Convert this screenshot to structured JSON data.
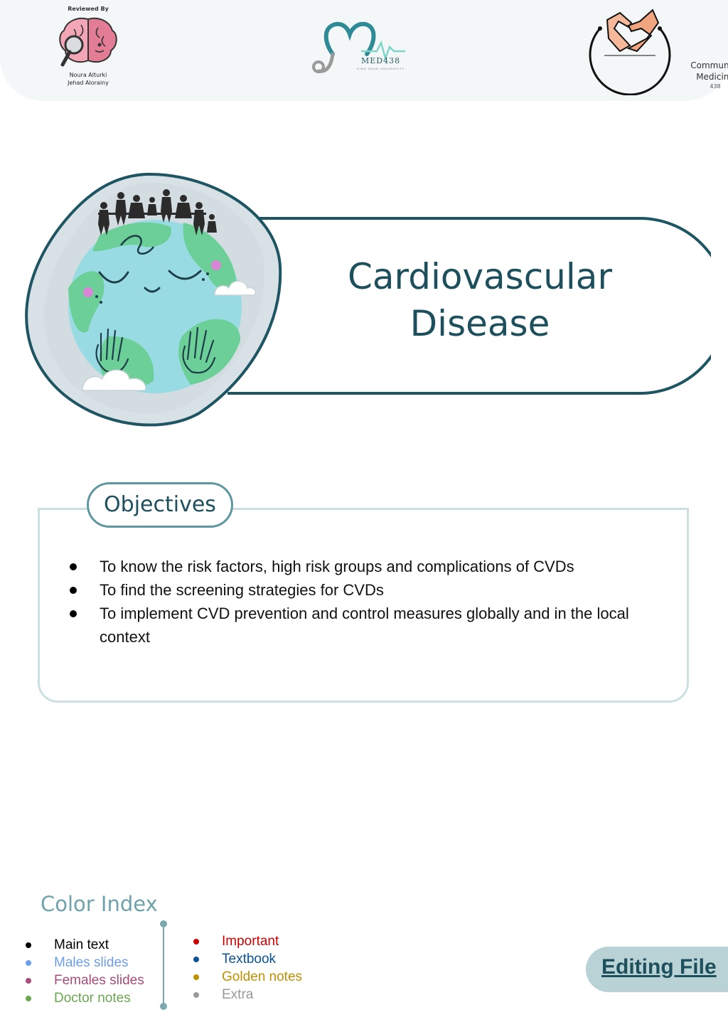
{
  "header": {
    "reviewer_caption": "Reviewed By",
    "reviewer_name_1": "Noura Alturki",
    "reviewer_name_2": "Jehad Alorainy",
    "med_logo_text": "MED438",
    "med_logo_subtext": "KING SAUD UNIVERSITY",
    "cm_logo_line1": "Community",
    "cm_logo_line2": "Medicine",
    "cm_logo_line3": "438"
  },
  "title": {
    "line1": "Cardiovascular",
    "line2": "Disease"
  },
  "objectives": {
    "heading": "Objectives",
    "items": [
      "To know the risk factors, high risk groups and complications of CVDs",
      "To find the screening strategies for CVDs",
      "To implement CVD prevention and control measures globally and in the local context"
    ]
  },
  "color_index": {
    "title": "Color Index",
    "left": [
      {
        "label": "Main text",
        "color": "#000000"
      },
      {
        "label": "Males slides",
        "color": "#6d9eeb"
      },
      {
        "label": "Females slides",
        "color": "#a64d79"
      },
      {
        "label": "Doctor notes",
        "color": "#6aa84f"
      }
    ],
    "right": [
      {
        "label": "Important",
        "color": "#cc0000"
      },
      {
        "label": "Textbook",
        "color": "#0b5394"
      },
      {
        "label": "Golden notes",
        "color": "#bf9000"
      },
      {
        "label": "Extra",
        "color": "#999999"
      }
    ]
  },
  "editing_file": {
    "label": "Editing File"
  },
  "colors": {
    "accent": "#1d4f5c",
    "soft_teal": "#6ea3ab",
    "box_border": "#cde0e1"
  }
}
